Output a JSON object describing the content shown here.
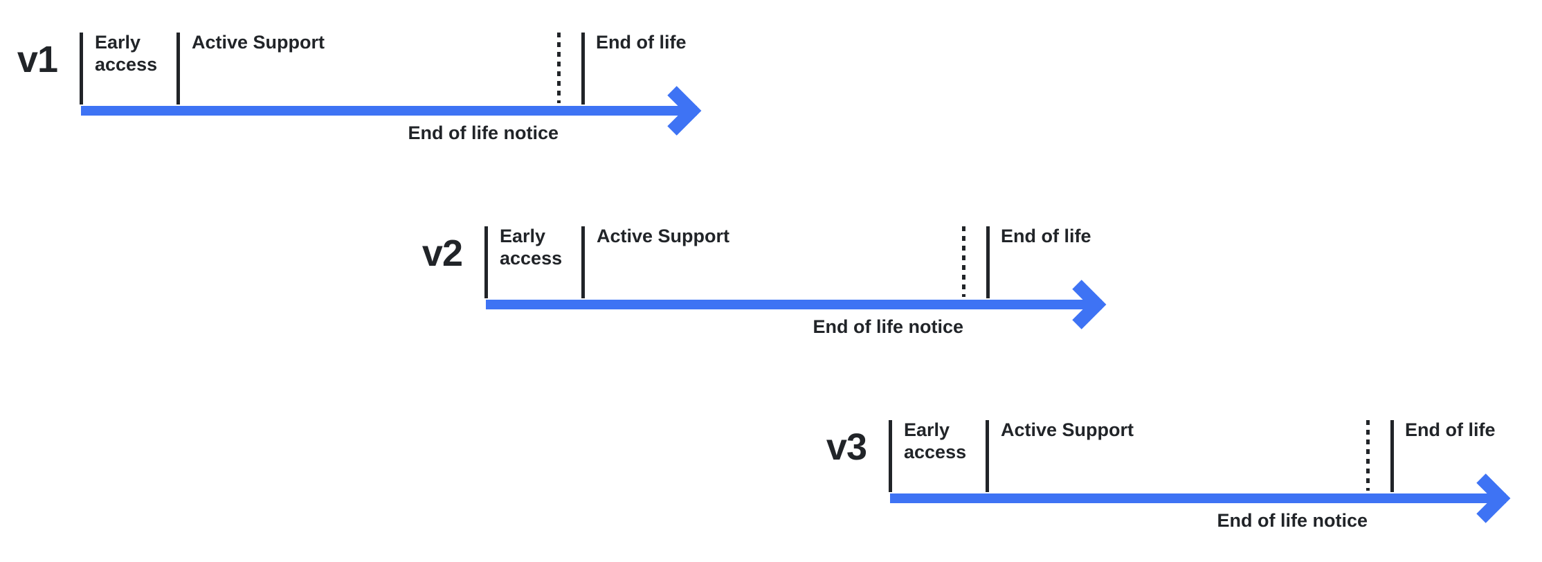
{
  "diagram": {
    "type": "version-lifecycle-timeline",
    "description": "Three staggered release lifecycle timelines, one per major version, each showing Early access, Active Support, End of life notice and End of life phases along a blue arrow",
    "phase_sequence": [
      "Early access",
      "Active Support",
      "End of life notice",
      "End of life"
    ]
  },
  "colors": {
    "accent": "#3E73F4",
    "ink": "#212428",
    "background": "#FFFFFF"
  },
  "rows": [
    {
      "version": "v1",
      "early_access_label": "Early access",
      "active_support_label": "Active Support",
      "end_of_life_label": "End of life",
      "eol_notice_label": "End of life notice"
    },
    {
      "version": "v2",
      "early_access_label": "Early access",
      "active_support_label": "Active Support",
      "end_of_life_label": "End of life",
      "eol_notice_label": "End of life notice"
    },
    {
      "version": "v3",
      "early_access_label": "Early access",
      "active_support_label": "Active Support",
      "end_of_life_label": "End of life",
      "eol_notice_label": "End of life notice"
    }
  ]
}
